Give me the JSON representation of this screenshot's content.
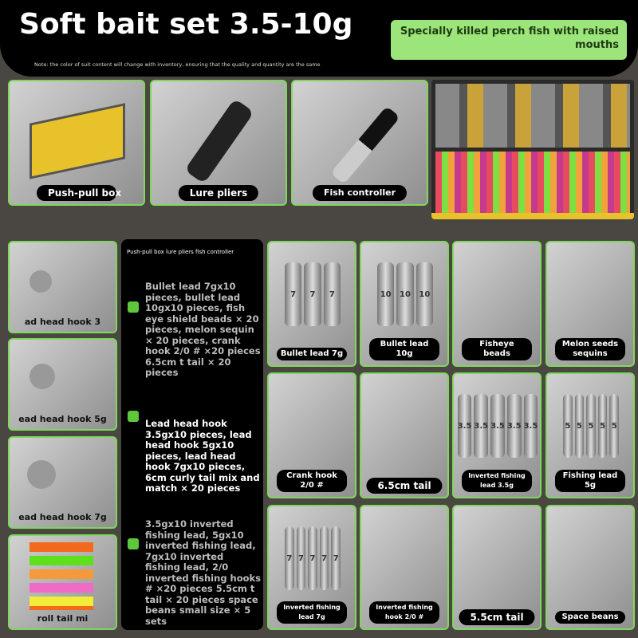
{
  "header": {
    "title": "Soft bait set 3.5-10g",
    "badge": "Specially killed perch fish with raised mouths",
    "note": "Note: the color of suit content will change with inventory, ensuring that the quality and quantity are the same"
  },
  "top_tiles": [
    {
      "label": "Push-pull box"
    },
    {
      "label": "Lure pliers"
    },
    {
      "label": "Fish controller"
    }
  ],
  "left_tiles": [
    {
      "label": "ad head hook 3"
    },
    {
      "label": "ead head hook 5g"
    },
    {
      "label": "ead head hook 7g"
    },
    {
      "label": "roll tail mi"
    }
  ],
  "panel": {
    "heading": "Push-pull box lure pliers fish controller",
    "blocks": [
      {
        "text": "Bullet lead 7gx10 pieces, bullet lead 10gx10 pieces, fish eye shield beads × 20 pieces, melon sequin × 20 pieces, crank hook 2/0 # ×20 pieces 6.5cm t tail × 20 pieces",
        "color": "#bdbdbd"
      },
      {
        "text": "Lead head hook 3.5gx10 pieces, lead head hook 5gx10 pieces, lead head hook 7gx10 pieces, 6cm curly tail mix and match × 20 pieces",
        "color": "#ffffff"
      },
      {
        "text": "3.5gx10 inverted fishing lead, 5gx10 inverted fishing lead, 7gx10 inverted fishing lead, 2/0 inverted fishing hooks # ×20 pieces 5.5cm t tail × 20 pieces space beans small size × 5 sets",
        "color": "#bdbdbd"
      }
    ]
  },
  "grid": [
    {
      "label": "Bullet lead 7g",
      "mark": "7"
    },
    {
      "label": "Bullet lead 10g",
      "mark": "10"
    },
    {
      "label": "Fisheye beads"
    },
    {
      "label": "Melon seeds sequins"
    },
    {
      "label": "Crank hook 2/0 #"
    },
    {
      "label": "6.5cm tail"
    },
    {
      "label": "Inverted fishing lead 3.5g",
      "mark": "3.5"
    },
    {
      "label": "Fishing lead 5g",
      "mark": "5"
    },
    {
      "label": "Inverted fishing lead 7g",
      "mark": "7"
    },
    {
      "label": "Inverted fishing hook 2/0 #"
    },
    {
      "label": "5.5cm tail"
    },
    {
      "label": "Space beans"
    }
  ],
  "colors": {
    "accent": "#7fd85b",
    "badge": "#9be57a"
  }
}
